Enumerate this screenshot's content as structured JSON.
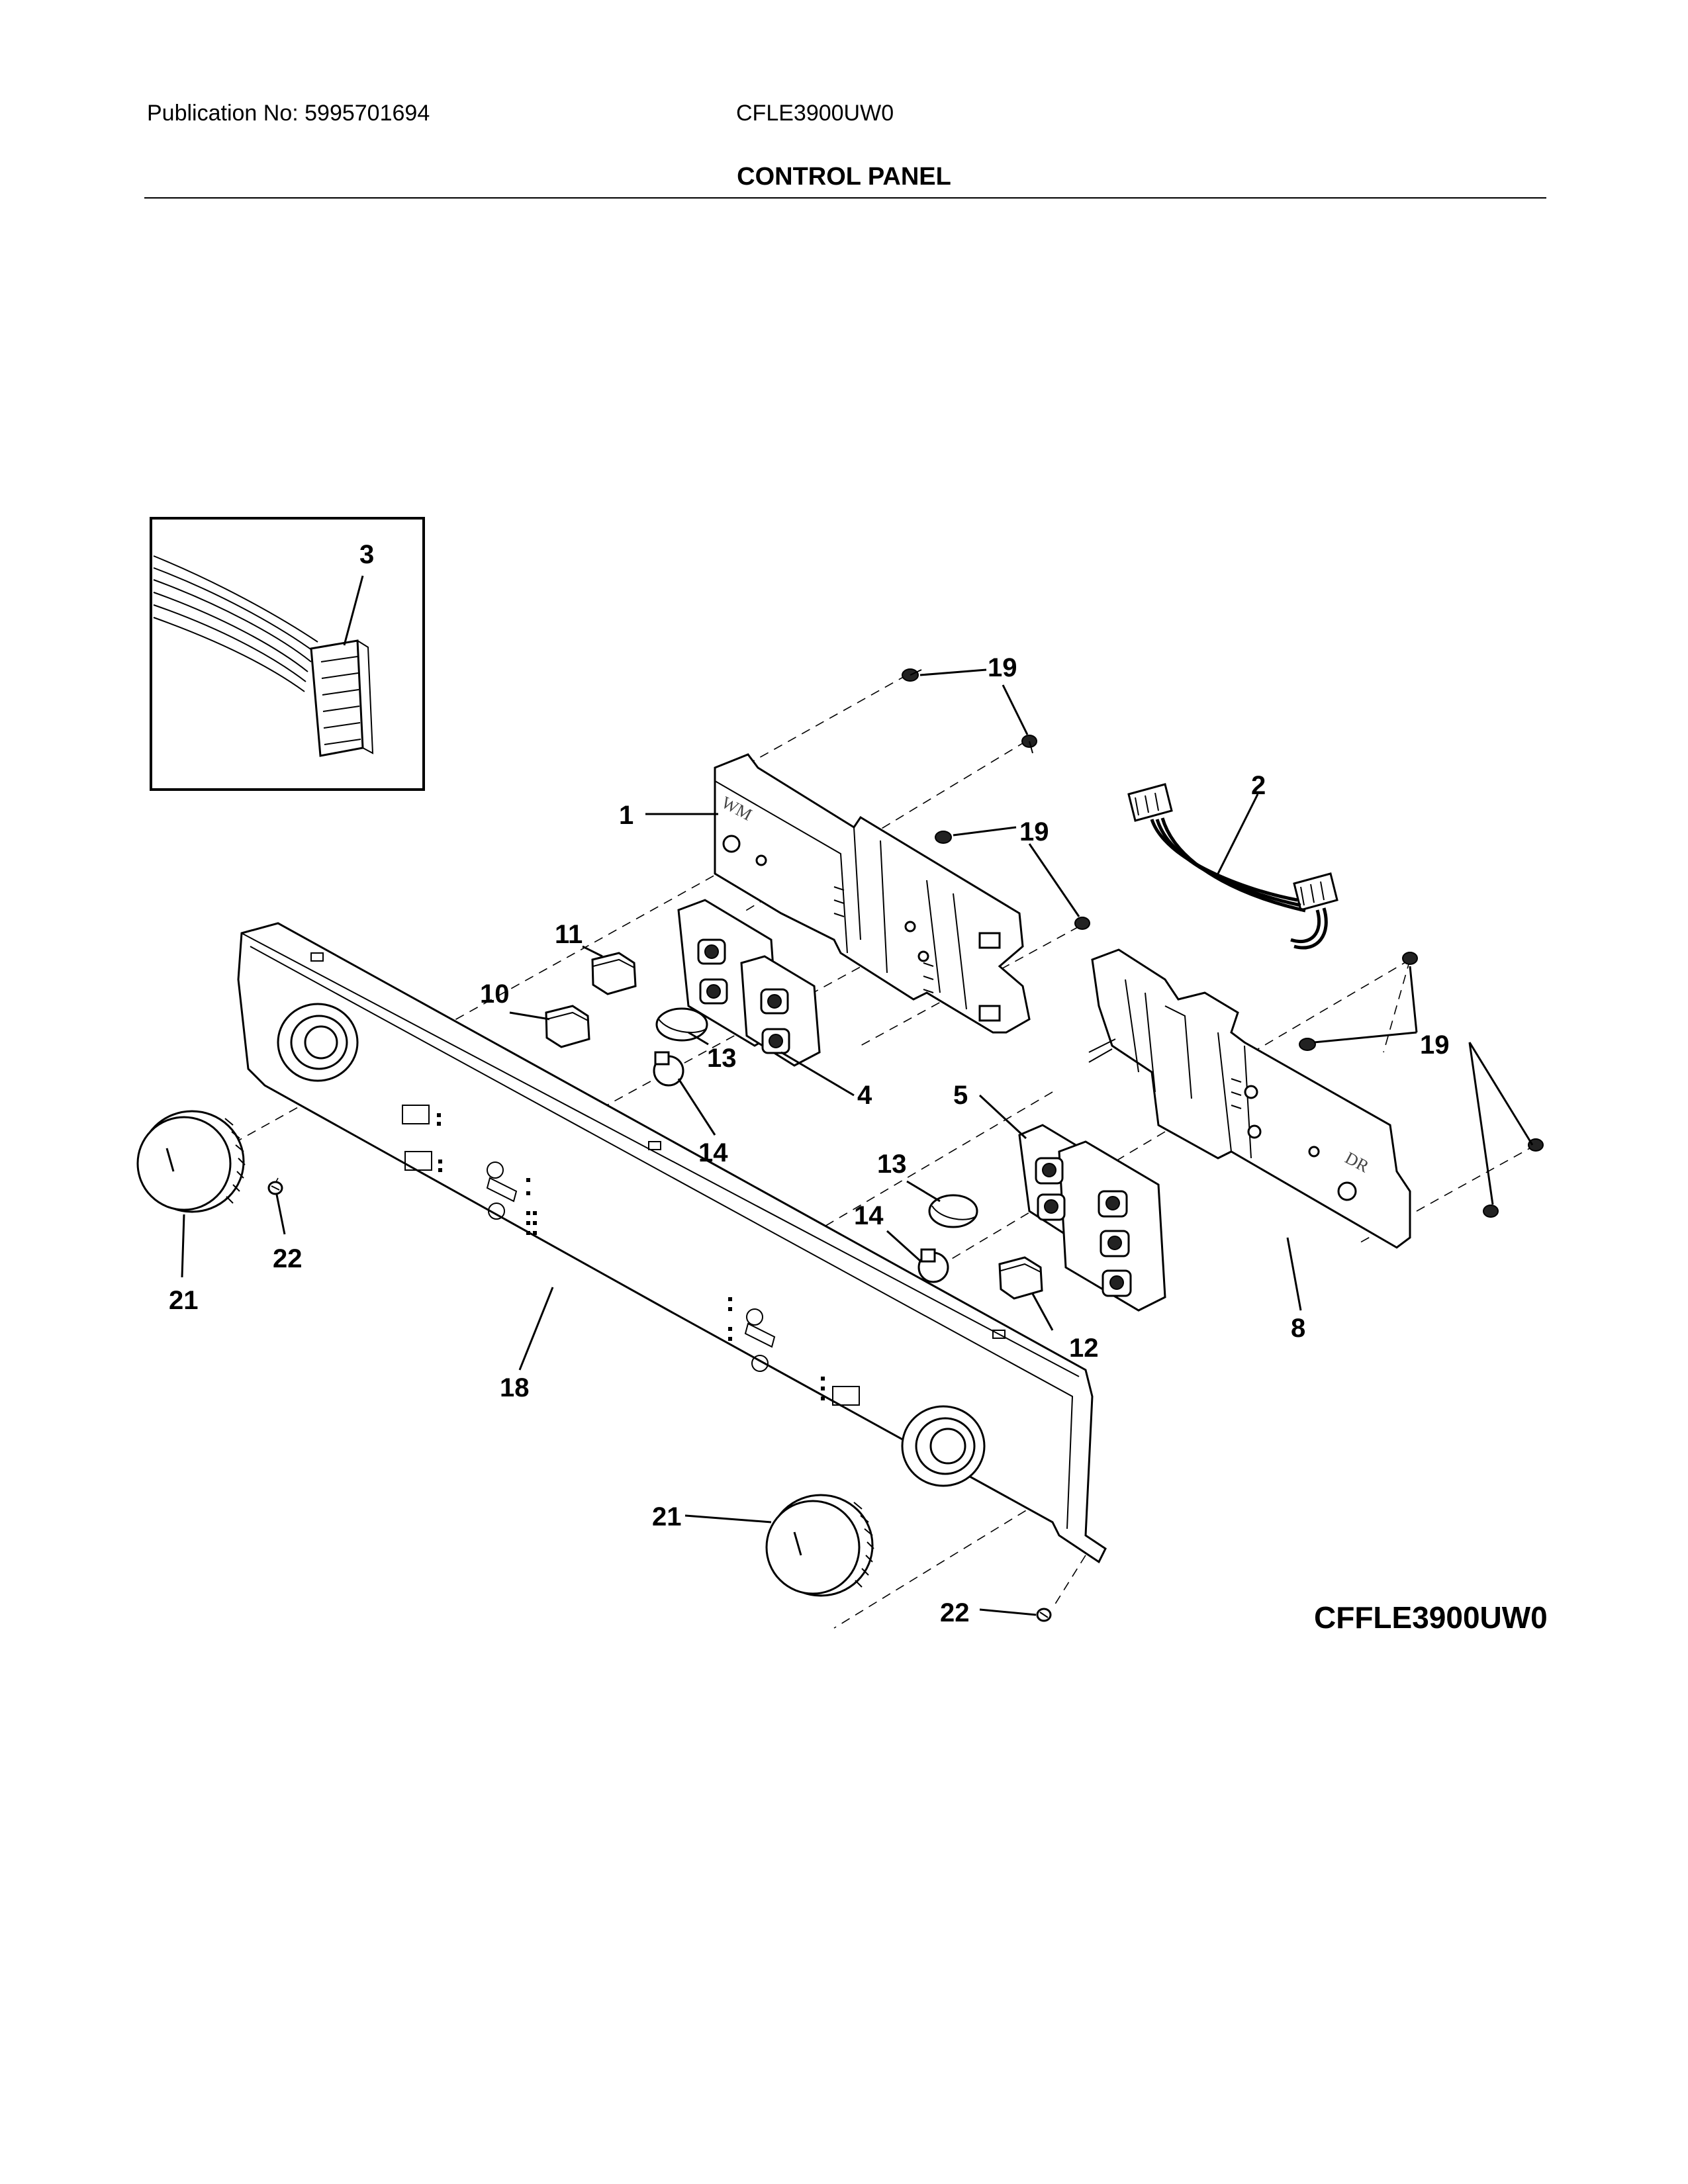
{
  "header": {
    "publication": "Publication No: 5995701694",
    "model": "CFLE3900UW0",
    "section_title": "CONTROL PANEL"
  },
  "diagram": {
    "reference_code": "CFFLE3900UW0",
    "callouts": {
      "c1": "1",
      "c2": "2",
      "c3": "3",
      "c4": "4",
      "c5": "5",
      "c8": "8",
      "c10": "10",
      "c11": "11",
      "c12": "12",
      "c13a": "13",
      "c13b": "13",
      "c14a": "14",
      "c14b": "14",
      "c18": "18",
      "c19a": "19",
      "c19b": "19",
      "c19c": "19",
      "c21a": "21",
      "c21b": "21",
      "c22a": "22",
      "c22b": "22"
    },
    "board_marks": {
      "washer": "WM",
      "dryer": "DR"
    }
  }
}
